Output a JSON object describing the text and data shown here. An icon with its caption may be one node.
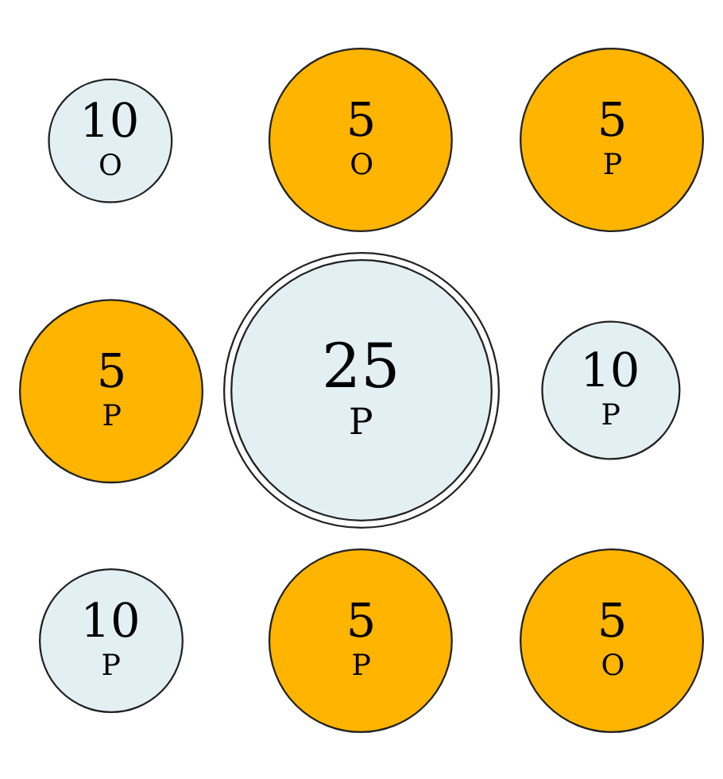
{
  "diagram": {
    "nodes": [
      {
        "text": [
          "10",
          "O"
        ]
      },
      {
        "text": [
          "5",
          "O"
        ]
      },
      {
        "text": [
          "5",
          "P"
        ]
      },
      {
        "text": [
          "5",
          "P"
        ]
      },
      {
        "text": [
          "25",
          "P"
        ]
      },
      {
        "text": [
          "10",
          "P"
        ]
      },
      {
        "text": [
          "10",
          "P"
        ]
      },
      {
        "text": [
          "5",
          "P"
        ]
      },
      {
        "text": [
          "5",
          "O"
        ]
      }
    ]
  }
}
